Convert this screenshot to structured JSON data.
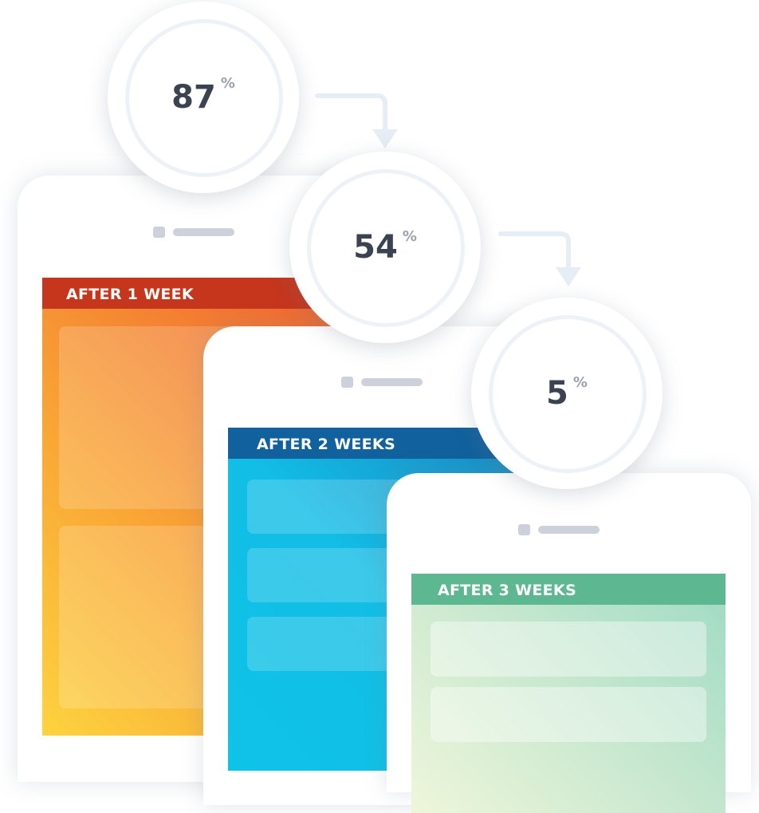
{
  "stages": [
    {
      "label": "AFTER 1 WEEK",
      "value": "87",
      "unit": "%"
    },
    {
      "label": "AFTER 2 WEEKS",
      "value": "54",
      "unit": "%"
    },
    {
      "label": "AFTER 3 WEEKS",
      "value": "5",
      "unit": "%"
    }
  ],
  "colors": {
    "week1_header": "#c5361d",
    "week2_header": "#11619e",
    "week3_header": "#5db891",
    "value_text": "#3b4350"
  }
}
